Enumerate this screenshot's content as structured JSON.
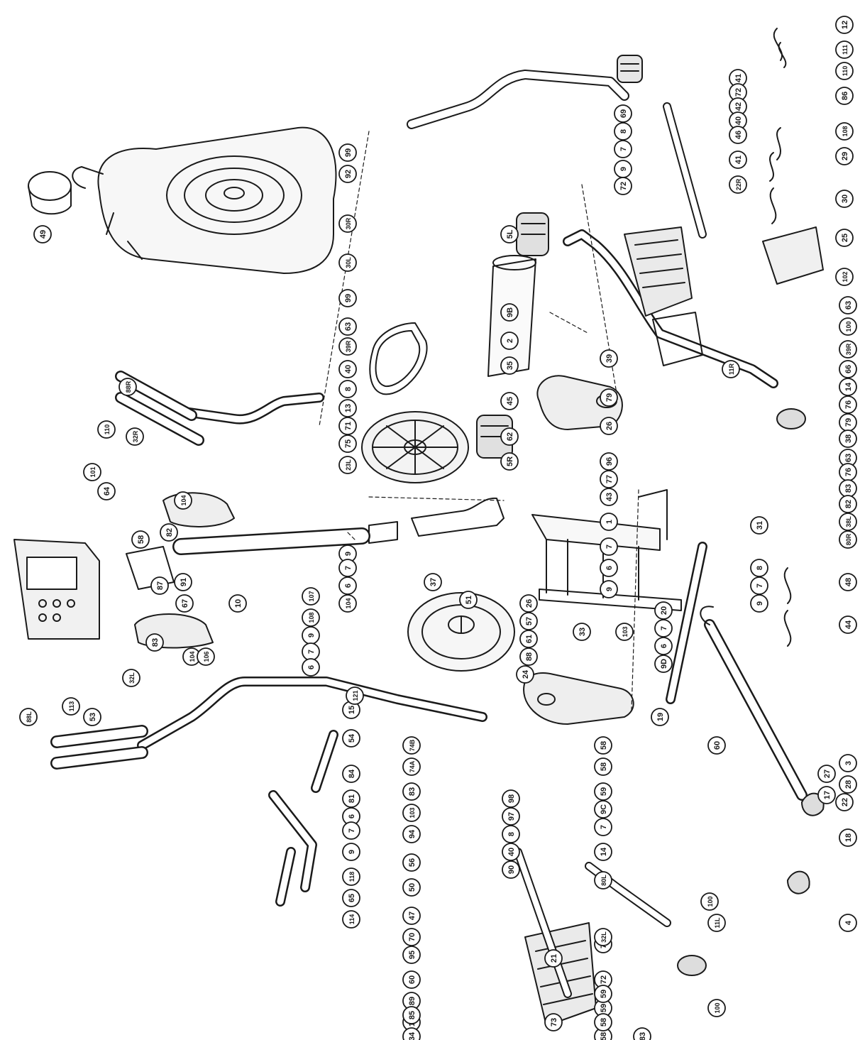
{
  "colors": {
    "ink": "#1a1a1a",
    "paper": "#ffffff",
    "light": "#f2f2f2"
  },
  "part_labels": [
    "12",
    "111",
    "110",
    "86",
    "108",
    "29",
    "30",
    "25",
    "102",
    "41",
    "72",
    "42",
    "40",
    "46",
    "41",
    "22R",
    "69",
    "8",
    "7",
    "9",
    "72",
    "99",
    "92",
    "30R",
    "30L",
    "99",
    "63",
    "39R",
    "40",
    "8",
    "13",
    "71",
    "75",
    "23L",
    "9B",
    "2",
    "35",
    "45",
    "62",
    "5R",
    "5L",
    "100",
    "63",
    "39R",
    "66",
    "14",
    "76",
    "79",
    "38",
    "63",
    "76",
    "83",
    "82",
    "38L",
    "80R",
    "11R",
    "39",
    "79",
    "26",
    "96",
    "77",
    "43",
    "1",
    "7",
    "6",
    "9",
    "9",
    "7",
    "6",
    "104",
    "31",
    "8",
    "7",
    "9",
    "20",
    "7",
    "6",
    "9D",
    "48",
    "44",
    "82",
    "58",
    "104",
    "91",
    "87",
    "67",
    "107",
    "108",
    "9",
    "7",
    "6",
    "10",
    "101",
    "64",
    "110",
    "88R",
    "32R",
    "83",
    "104",
    "106",
    "37",
    "51",
    "26",
    "57",
    "61",
    "88",
    "33",
    "103",
    "24",
    "19",
    "3",
    "28",
    "27",
    "17",
    "22",
    "18",
    "4",
    "60",
    "53",
    "113",
    "32L",
    "88L",
    "15",
    "54",
    "84",
    "81",
    "6",
    "7",
    "9",
    "118",
    "65",
    "114",
    "74B",
    "74A",
    "83",
    "103",
    "94",
    "56",
    "50",
    "47",
    "70",
    "95",
    "60",
    "89",
    "16",
    "34",
    "85",
    "58",
    "59",
    "58",
    "58",
    "59",
    "9C",
    "7",
    "14",
    "80L",
    "98",
    "97",
    "8",
    "40",
    "90",
    "100",
    "11L",
    "73",
    "21",
    "72",
    "32L",
    "72",
    "59",
    "58",
    "83",
    "100",
    "121",
    "49"
  ]
}
